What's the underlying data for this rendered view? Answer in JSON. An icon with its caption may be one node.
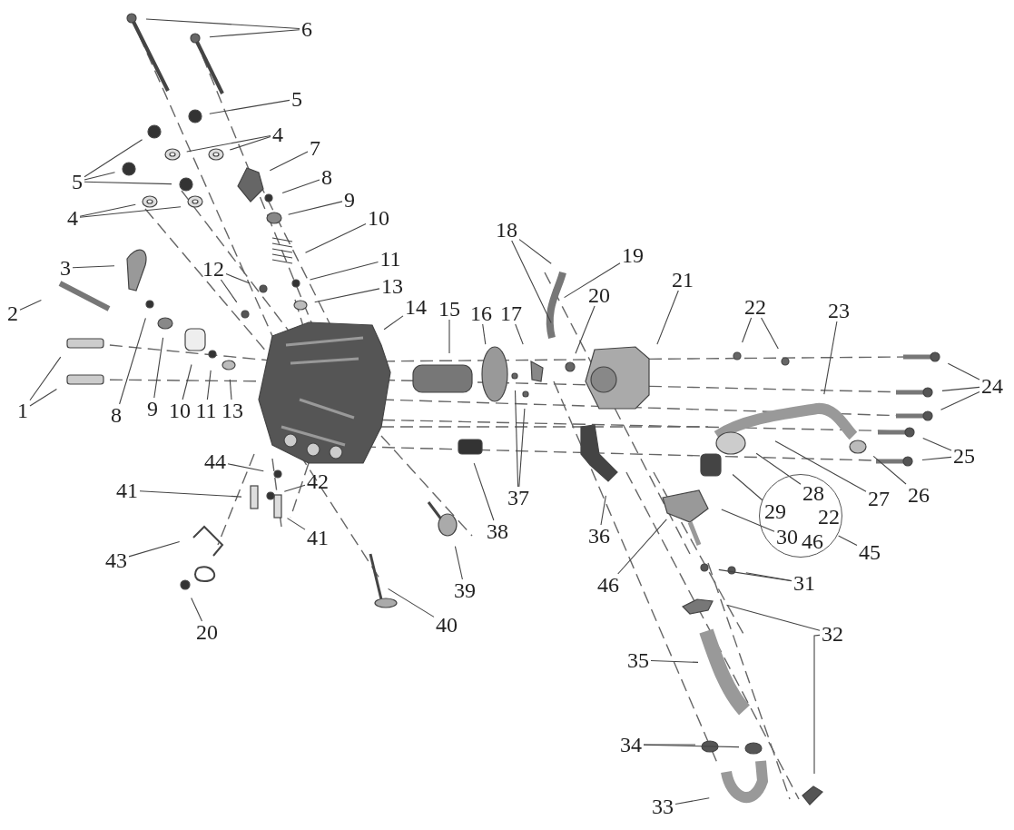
{
  "diagram": {
    "nodes": [
      {
        "text": [
          "6"
        ]
      },
      {
        "text": [
          "5"
        ]
      },
      {
        "text": [
          "4"
        ]
      },
      {
        "text": [
          "7"
        ]
      },
      {
        "text": [
          "8"
        ]
      },
      {
        "text": [
          "5"
        ]
      },
      {
        "text": [
          "9"
        ]
      },
      {
        "text": [
          "4"
        ]
      },
      {
        "text": [
          "10"
        ]
      },
      {
        "text": [
          "18"
        ]
      },
      {
        "text": [
          "19"
        ]
      },
      {
        "text": [
          "11"
        ]
      },
      {
        "text": [
          "12"
        ]
      },
      {
        "text": [
          "3"
        ]
      },
      {
        "text": [
          "21"
        ]
      },
      {
        "text": [
          "13"
        ]
      },
      {
        "text": [
          "20"
        ]
      },
      {
        "text": [
          "22"
        ]
      },
      {
        "text": [
          "14"
        ]
      },
      {
        "text": [
          "15"
        ]
      },
      {
        "text": [
          "23"
        ]
      },
      {
        "text": [
          "2"
        ]
      },
      {
        "text": [
          "16"
        ]
      },
      {
        "text": [
          "17"
        ]
      },
      {
        "text": [
          "24"
        ]
      },
      {
        "text": [
          "1"
        ]
      },
      {
        "text": [
          "8"
        ]
      },
      {
        "text": [
          "9"
        ]
      },
      {
        "text": [
          "10"
        ]
      },
      {
        "text": [
          "11"
        ]
      },
      {
        "text": [
          "13"
        ]
      },
      {
        "text": [
          "25"
        ]
      },
      {
        "text": [
          "44"
        ]
      },
      {
        "text": [
          "42"
        ]
      },
      {
        "text": [
          "41"
        ]
      },
      {
        "text": [
          "26"
        ]
      },
      {
        "text": [
          "27"
        ]
      },
      {
        "text": [
          "37"
        ]
      },
      {
        "text": [
          "22",
          "46"
        ]
      },
      {
        "text": [
          "28"
        ],
        "in": 38
      },
      {
        "text": [
          "29"
        ],
        "in": 38
      },
      {
        "text": [
          "30"
        ],
        "in": 38
      },
      {
        "text": [
          "38"
        ]
      },
      {
        "text": [
          "36"
        ]
      },
      {
        "text": [
          "41"
        ]
      },
      {
        "text": [
          "45"
        ]
      },
      {
        "text": [
          "43"
        ]
      },
      {
        "text": [
          "31"
        ]
      },
      {
        "text": [
          "46"
        ]
      },
      {
        "text": [
          "39"
        ]
      },
      {
        "text": [
          "40"
        ]
      },
      {
        "text": [
          "20"
        ]
      },
      {
        "text": [
          "32"
        ]
      },
      {
        "text": [
          "35"
        ]
      },
      {
        "text": [
          "34"
        ]
      },
      {
        "text": [
          "33"
        ]
      }
    ],
    "edges": [
      {
        "from": 0,
        "to": null,
        "arrow": "none"
      },
      {
        "from": 0,
        "to": null,
        "arrow": "none"
      },
      {
        "from": 1,
        "to": null,
        "arrow": "none"
      },
      {
        "from": 2,
        "to": null,
        "arrow": "none"
      },
      {
        "from": 2,
        "to": null,
        "arrow": "none"
      },
      {
        "from": 3,
        "to": null,
        "arrow": "none"
      },
      {
        "from": 4,
        "to": null,
        "arrow": "none"
      },
      {
        "from": 5,
        "to": null,
        "arrow": "none"
      },
      {
        "from": 5,
        "to": null,
        "arrow": "none"
      },
      {
        "from": 5,
        "to": null,
        "arrow": "none"
      },
      {
        "from": 6,
        "to": null,
        "arrow": "none"
      },
      {
        "from": 7,
        "to": null,
        "arrow": "none"
      },
      {
        "from": 7,
        "to": null,
        "arrow": "none"
      },
      {
        "from": 8,
        "to": null,
        "arrow": "none"
      },
      {
        "from": 9,
        "to": null,
        "arrow": "none"
      },
      {
        "from": 9,
        "to": null,
        "arrow": "none"
      },
      {
        "from": 10,
        "to": null,
        "arrow": "none"
      },
      {
        "from": 11,
        "to": null,
        "arrow": "none"
      },
      {
        "from": 12,
        "to": null,
        "arrow": "none"
      },
      {
        "from": 12,
        "to": null,
        "arrow": "none"
      },
      {
        "from": 13,
        "to": null,
        "arrow": "none"
      },
      {
        "from": 14,
        "to": null,
        "arrow": "none"
      },
      {
        "from": 15,
        "to": null,
        "arrow": "none"
      },
      {
        "from": 16,
        "to": null,
        "arrow": "none"
      },
      {
        "from": 17,
        "to": null,
        "arrow": "none"
      },
      {
        "from": 17,
        "to": null,
        "arrow": "none"
      },
      {
        "from": 18,
        "to": null,
        "arrow": "none"
      },
      {
        "from": 19,
        "to": null,
        "arrow": "none"
      },
      {
        "from": 20,
        "to": null,
        "arrow": "none"
      },
      {
        "from": 21,
        "to": null,
        "arrow": "none"
      },
      {
        "from": 22,
        "to": null,
        "arrow": "none"
      },
      {
        "from": 23,
        "to": null,
        "arrow": "none"
      },
      {
        "from": 24,
        "to": null,
        "arrow": "none"
      },
      {
        "from": 24,
        "to": null,
        "arrow": "none"
      },
      {
        "from": 24,
        "to": null,
        "arrow": "none"
      },
      {
        "from": 25,
        "to": null,
        "arrow": "none"
      },
      {
        "from": 25,
        "to": null,
        "arrow": "none"
      },
      {
        "from": 26,
        "to": null,
        "arrow": "none"
      },
      {
        "from": 27,
        "to": null,
        "arrow": "none"
      },
      {
        "from": 28,
        "to": null,
        "arrow": "none"
      },
      {
        "from": 29,
        "to": null,
        "arrow": "none"
      },
      {
        "from": 30,
        "to": null,
        "arrow": "none"
      },
      {
        "from": 31,
        "to": null,
        "arrow": "none"
      },
      {
        "from": 31,
        "to": null,
        "arrow": "none"
      },
      {
        "from": 32,
        "to": null,
        "arrow": "none"
      },
      {
        "from": 33,
        "to": null,
        "arrow": "none"
      },
      {
        "from": 34,
        "to": null,
        "arrow": "none"
      },
      {
        "from": 35,
        "to": null,
        "arrow": "none"
      },
      {
        "from": 36,
        "to": null,
        "arrow": "none"
      },
      {
        "from": 37,
        "to": null,
        "arrow": "none"
      },
      {
        "from": 37,
        "to": null,
        "arrow": "none"
      },
      {
        "from": 39,
        "to": null,
        "arrow": "none"
      },
      {
        "from": 40,
        "to": null,
        "arrow": "none"
      },
      {
        "from": 41,
        "to": null,
        "arrow": "none"
      },
      {
        "from": 42,
        "to": null,
        "arrow": "none"
      },
      {
        "from": 43,
        "to": null,
        "arrow": "none"
      },
      {
        "from": 44,
        "to": null,
        "arrow": "none"
      },
      {
        "from": 45,
        "to": 38,
        "arrow": "none"
      },
      {
        "from": 46,
        "to": null,
        "arrow": "none"
      },
      {
        "from": 47,
        "to": null,
        "arrow": "none"
      },
      {
        "from": 47,
        "to": null,
        "arrow": "none"
      },
      {
        "from": 48,
        "to": null,
        "arrow": "none"
      },
      {
        "from": 49,
        "to": null,
        "arrow": "none"
      },
      {
        "from": 50,
        "to": null,
        "arrow": "none"
      },
      {
        "from": 51,
        "to": null,
        "arrow": "none"
      },
      {
        "from": 52,
        "to": null,
        "arrow": "none"
      },
      {
        "from": 52,
        "to": null,
        "arrow": "none"
      },
      {
        "from": 53,
        "to": null,
        "arrow": "none"
      },
      {
        "from": 54,
        "to": null,
        "arrow": "none"
      },
      {
        "from": 54,
        "to": null,
        "arrow": "none"
      },
      {
        "from": 55,
        "to": null,
        "arrow": "none"
      }
    ]
  }
}
